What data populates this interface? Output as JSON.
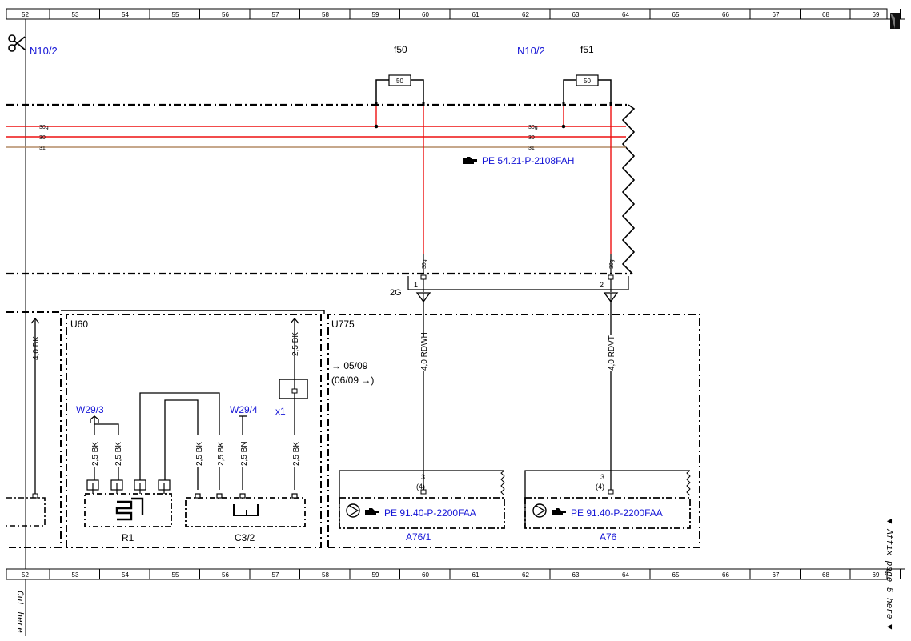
{
  "ruler": {
    "top_numbers": [
      "52",
      "53",
      "54",
      "55",
      "56",
      "57",
      "58",
      "59",
      "60",
      "61",
      "62",
      "63",
      "64",
      "65",
      "66",
      "67",
      "68",
      "69"
    ],
    "bottom_numbers": [
      "52",
      "53",
      "54",
      "55",
      "56",
      "57",
      "58",
      "59",
      "60",
      "61",
      "62",
      "63",
      "64",
      "65",
      "66",
      "67",
      "68",
      "69"
    ]
  },
  "header_labels": {
    "n10_left": "N10/2",
    "n10_right": "N10/2",
    "fuse_f50": "f50",
    "fuse_f51": "f51",
    "fuse_f50_value": "50",
    "fuse_f51_value": "50"
  },
  "bus_lines": {
    "l30g_left": "30g",
    "l30_left": "30",
    "l31_left": "31",
    "l30g_right": "30g",
    "l30_right": "30",
    "l31_right": "31",
    "ref_pe54": "PE 54.21-P-2108FAH"
  },
  "connector": {
    "name": "2G",
    "pin1": "1",
    "pin2": "2",
    "pin1_wire": "30g",
    "pin2_wire": "30g"
  },
  "modules": {
    "u60": "U60",
    "u775": "U775",
    "dates_a": "→ 05/09",
    "dates_b": "(06/09 →)"
  },
  "wires": {
    "w_left": "4,0 BK",
    "w_x1_top": "2,5 BK",
    "w_rdwh": "4,0 RDWH",
    "w_rdvt": "4,0 RDVT",
    "w_r1_a": "2,5 BK",
    "w_r1_b": "2,5 BK",
    "w_c32_a": "2,5 BK",
    "w_c32_b": "2,5 BK",
    "w_bn": "2,5 BN",
    "w_x1_bottom": "2,5 BK"
  },
  "ground_labels": {
    "w29_3": "W29/3",
    "w29_4": "W29/4",
    "x1": "x1"
  },
  "components": {
    "r1": "R1",
    "c32": "C3/2",
    "a761": "A76/1",
    "a76": "A76",
    "a761_pin": "3",
    "a761_pin_alt": "(4)",
    "a76_pin": "3",
    "a76_pin_alt": "(4)",
    "ref_pe91_a": "PE 91.40-P-2200FAA",
    "ref_pe91_b": "PE 91.40-P-2200FAA"
  },
  "side_notes": {
    "cut_here": "Cut here",
    "affix": "▼ Affix page 5 here ▼"
  },
  "colors": {
    "wire_red": "#ee1111",
    "wire_brown": "#b48b66",
    "ref_blue": "#1515d6"
  },
  "icons": [
    "scissors-icon",
    "pointing-hand-icon",
    "ground-symbol-icon",
    "pump-icon",
    "page-corner-icon"
  ]
}
